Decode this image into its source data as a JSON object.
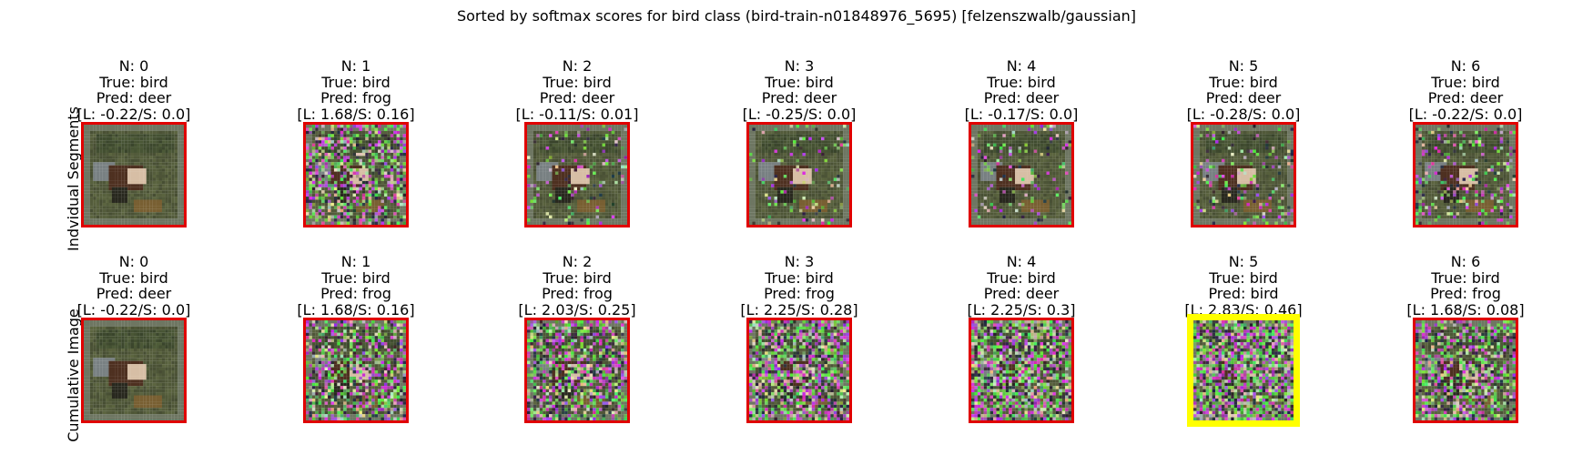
{
  "chart_data": {
    "type": "image_grid",
    "title": "Sorted by softmax scores for bird class (bird-train-n01848976_5695) [felzenszwalb/gaussian]",
    "row_labels": [
      "Indvidual Segments",
      "Cumulative Image"
    ],
    "colors": {
      "default_border": "#e00000",
      "highlight_border": "#ffff00"
    },
    "rows": [
      {
        "name": "Indvidual Segments",
        "panels": [
          {
            "n": "N: 0",
            "true": "True: bird",
            "pred": "Pred: deer",
            "score": "[L: -0.22/S: 0.0]",
            "highlight": false,
            "noise": 0.0
          },
          {
            "n": "N: 1",
            "true": "True: bird",
            "pred": "Pred: frog",
            "score": "[L: 1.68/S: 0.16]",
            "highlight": false,
            "noise": 0.55
          },
          {
            "n": "N: 2",
            "true": "True: bird",
            "pred": "Pred: deer",
            "score": "[L: -0.11/S: 0.01]",
            "highlight": false,
            "noise": 0.12
          },
          {
            "n": "N: 3",
            "true": "True: bird",
            "pred": "Pred: deer",
            "score": "[L: -0.25/S: 0.0]",
            "highlight": false,
            "noise": 0.1
          },
          {
            "n": "N: 4",
            "true": "True: bird",
            "pred": "Pred: deer",
            "score": "[L: -0.17/S: 0.0]",
            "highlight": false,
            "noise": 0.12
          },
          {
            "n": "N: 5",
            "true": "True: bird",
            "pred": "Pred: deer",
            "score": "[L: -0.28/S: 0.0]",
            "highlight": false,
            "noise": 0.15
          },
          {
            "n": "N: 6",
            "true": "True: bird",
            "pred": "Pred: deer",
            "score": "[L: -0.22/S: 0.0]",
            "highlight": false,
            "noise": 0.2
          }
        ]
      },
      {
        "name": "Cumulative Image",
        "panels": [
          {
            "n": "N: 0",
            "true": "True: bird",
            "pred": "Pred: deer",
            "score": "[L: -0.22/S: 0.0]",
            "highlight": false,
            "noise": 0.0
          },
          {
            "n": "N: 1",
            "true": "True: bird",
            "pred": "Pred: frog",
            "score": "[L: 1.68/S: 0.16]",
            "highlight": false,
            "noise": 0.55
          },
          {
            "n": "N: 2",
            "true": "True: bird",
            "pred": "Pred: frog",
            "score": "[L: 2.03/S: 0.25]",
            "highlight": false,
            "noise": 0.62
          },
          {
            "n": "N: 3",
            "true": "True: bird",
            "pred": "Pred: frog",
            "score": "[L: 2.25/S: 0.28]",
            "highlight": false,
            "noise": 0.7
          },
          {
            "n": "N: 4",
            "true": "True: bird",
            "pred": "Pred: deer",
            "score": "[L: 2.25/S: 0.3]",
            "highlight": false,
            "noise": 0.75
          },
          {
            "n": "N: 5",
            "true": "True: bird",
            "pred": "Pred: bird",
            "score": "[L: 2.83/S: 0.46]",
            "highlight": true,
            "noise": 0.82
          },
          {
            "n": "N: 6",
            "true": "True: bird",
            "pred": "Pred: frog",
            "score": "[L: 1.68/S: 0.08]",
            "highlight": false,
            "noise": 0.6
          }
        ]
      }
    ]
  }
}
